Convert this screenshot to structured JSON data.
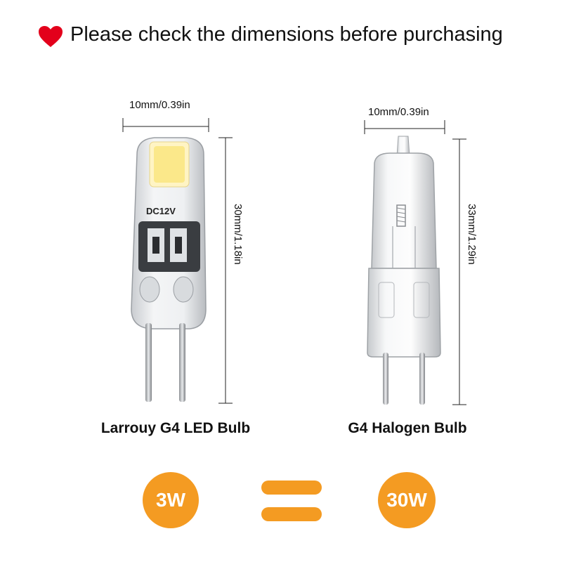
{
  "header": {
    "icon": "heart-icon",
    "text": "Please check the dimensions before purchasing",
    "icon_color": "#e3001b"
  },
  "left_bulb": {
    "width_label": "10mm/0.39in",
    "height_label": "30mm/1.18in",
    "voltage_marking": "DC12V",
    "caption": "Larrouy G4 LED Bulb"
  },
  "right_bulb": {
    "width_label": "10mm/0.39in",
    "height_label": "33mm/1.29in",
    "caption": "G4 Halogen Bulb"
  },
  "comparison": {
    "left_wattage": "3W",
    "right_wattage": "30W",
    "equals_icon": "equals-icon",
    "accent_color": "#f49b22"
  }
}
